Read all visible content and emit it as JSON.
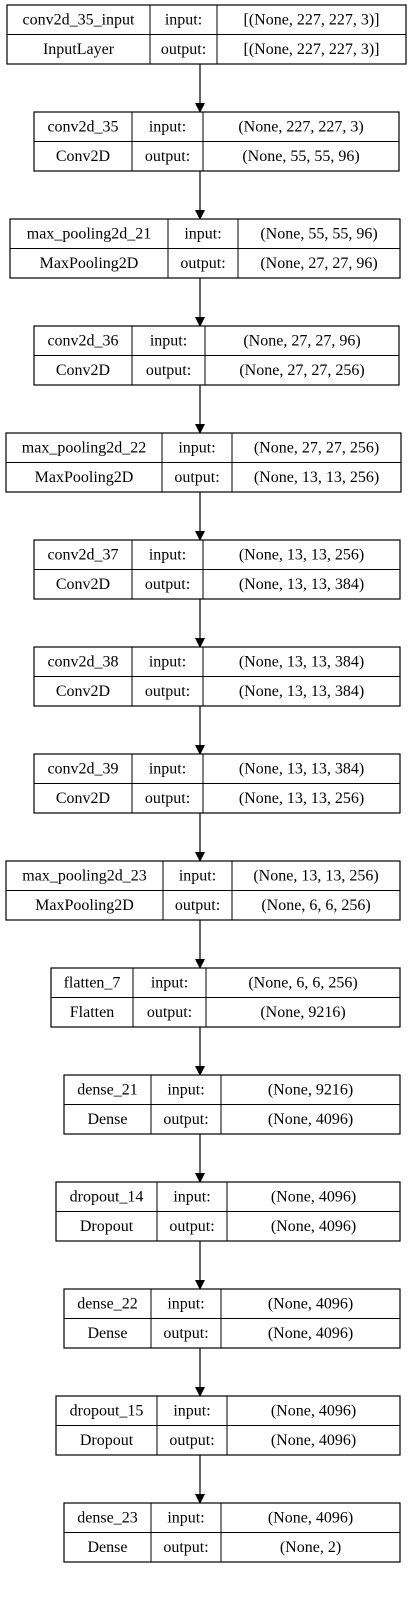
{
  "layers": [
    {
      "name": "conv2d_35_input",
      "type": "InputLayer",
      "input_label": "input:",
      "output_label": "output:",
      "input_shape": "[(None, 227, 227, 3)]",
      "output_shape": "[(None, 227, 227, 3)]"
    },
    {
      "name": "conv2d_35",
      "type": "Conv2D",
      "input_label": "input:",
      "output_label": "output:",
      "input_shape": "(None, 227, 227, 3)",
      "output_shape": "(None, 55, 55, 96)"
    },
    {
      "name": "max_pooling2d_21",
      "type": "MaxPooling2D",
      "input_label": "input:",
      "output_label": "output:",
      "input_shape": "(None, 55, 55, 96)",
      "output_shape": "(None, 27, 27, 96)"
    },
    {
      "name": "conv2d_36",
      "type": "Conv2D",
      "input_label": "input:",
      "output_label": "output:",
      "input_shape": "(None, 27, 27, 96)",
      "output_shape": "(None, 27, 27, 256)"
    },
    {
      "name": "max_pooling2d_22",
      "type": "MaxPooling2D",
      "input_label": "input:",
      "output_label": "output:",
      "input_shape": "(None, 27, 27, 256)",
      "output_shape": "(None, 13, 13, 256)"
    },
    {
      "name": "conv2d_37",
      "type": "Conv2D",
      "input_label": "input:",
      "output_label": "output:",
      "input_shape": "(None, 13, 13, 256)",
      "output_shape": "(None, 13, 13, 384)"
    },
    {
      "name": "conv2d_38",
      "type": "Conv2D",
      "input_label": "input:",
      "output_label": "output:",
      "input_shape": "(None, 13, 13, 384)",
      "output_shape": "(None, 13, 13, 384)"
    },
    {
      "name": "conv2d_39",
      "type": "Conv2D",
      "input_label": "input:",
      "output_label": "output:",
      "input_shape": "(None, 13, 13, 384)",
      "output_shape": "(None, 13, 13, 256)"
    },
    {
      "name": "max_pooling2d_23",
      "type": "MaxPooling2D",
      "input_label": "input:",
      "output_label": "output:",
      "input_shape": "(None, 13, 13, 256)",
      "output_shape": "(None, 6, 6, 256)"
    },
    {
      "name": "flatten_7",
      "type": "Flatten",
      "input_label": "input:",
      "output_label": "output:",
      "input_shape": "(None, 6, 6, 256)",
      "output_shape": "(None, 9216)"
    },
    {
      "name": "dense_21",
      "type": "Dense",
      "input_label": "input:",
      "output_label": "output:",
      "input_shape": "(None, 9216)",
      "output_shape": "(None, 4096)"
    },
    {
      "name": "dropout_14",
      "type": "Dropout",
      "input_label": "input:",
      "output_label": "output:",
      "input_shape": "(None, 4096)",
      "output_shape": "(None, 4096)"
    },
    {
      "name": "dense_22",
      "type": "Dense",
      "input_label": "input:",
      "output_label": "output:",
      "input_shape": "(None, 4096)",
      "output_shape": "(None, 4096)"
    },
    {
      "name": "dropout_15",
      "type": "Dropout",
      "input_label": "input:",
      "output_label": "output:",
      "input_shape": "(None, 4096)",
      "output_shape": "(None, 4096)"
    },
    {
      "name": "dense_23",
      "type": "Dense",
      "input_label": "input:",
      "output_label": "output:",
      "input_shape": "(None, 4096)",
      "output_shape": "(None, 2)"
    }
  ]
}
